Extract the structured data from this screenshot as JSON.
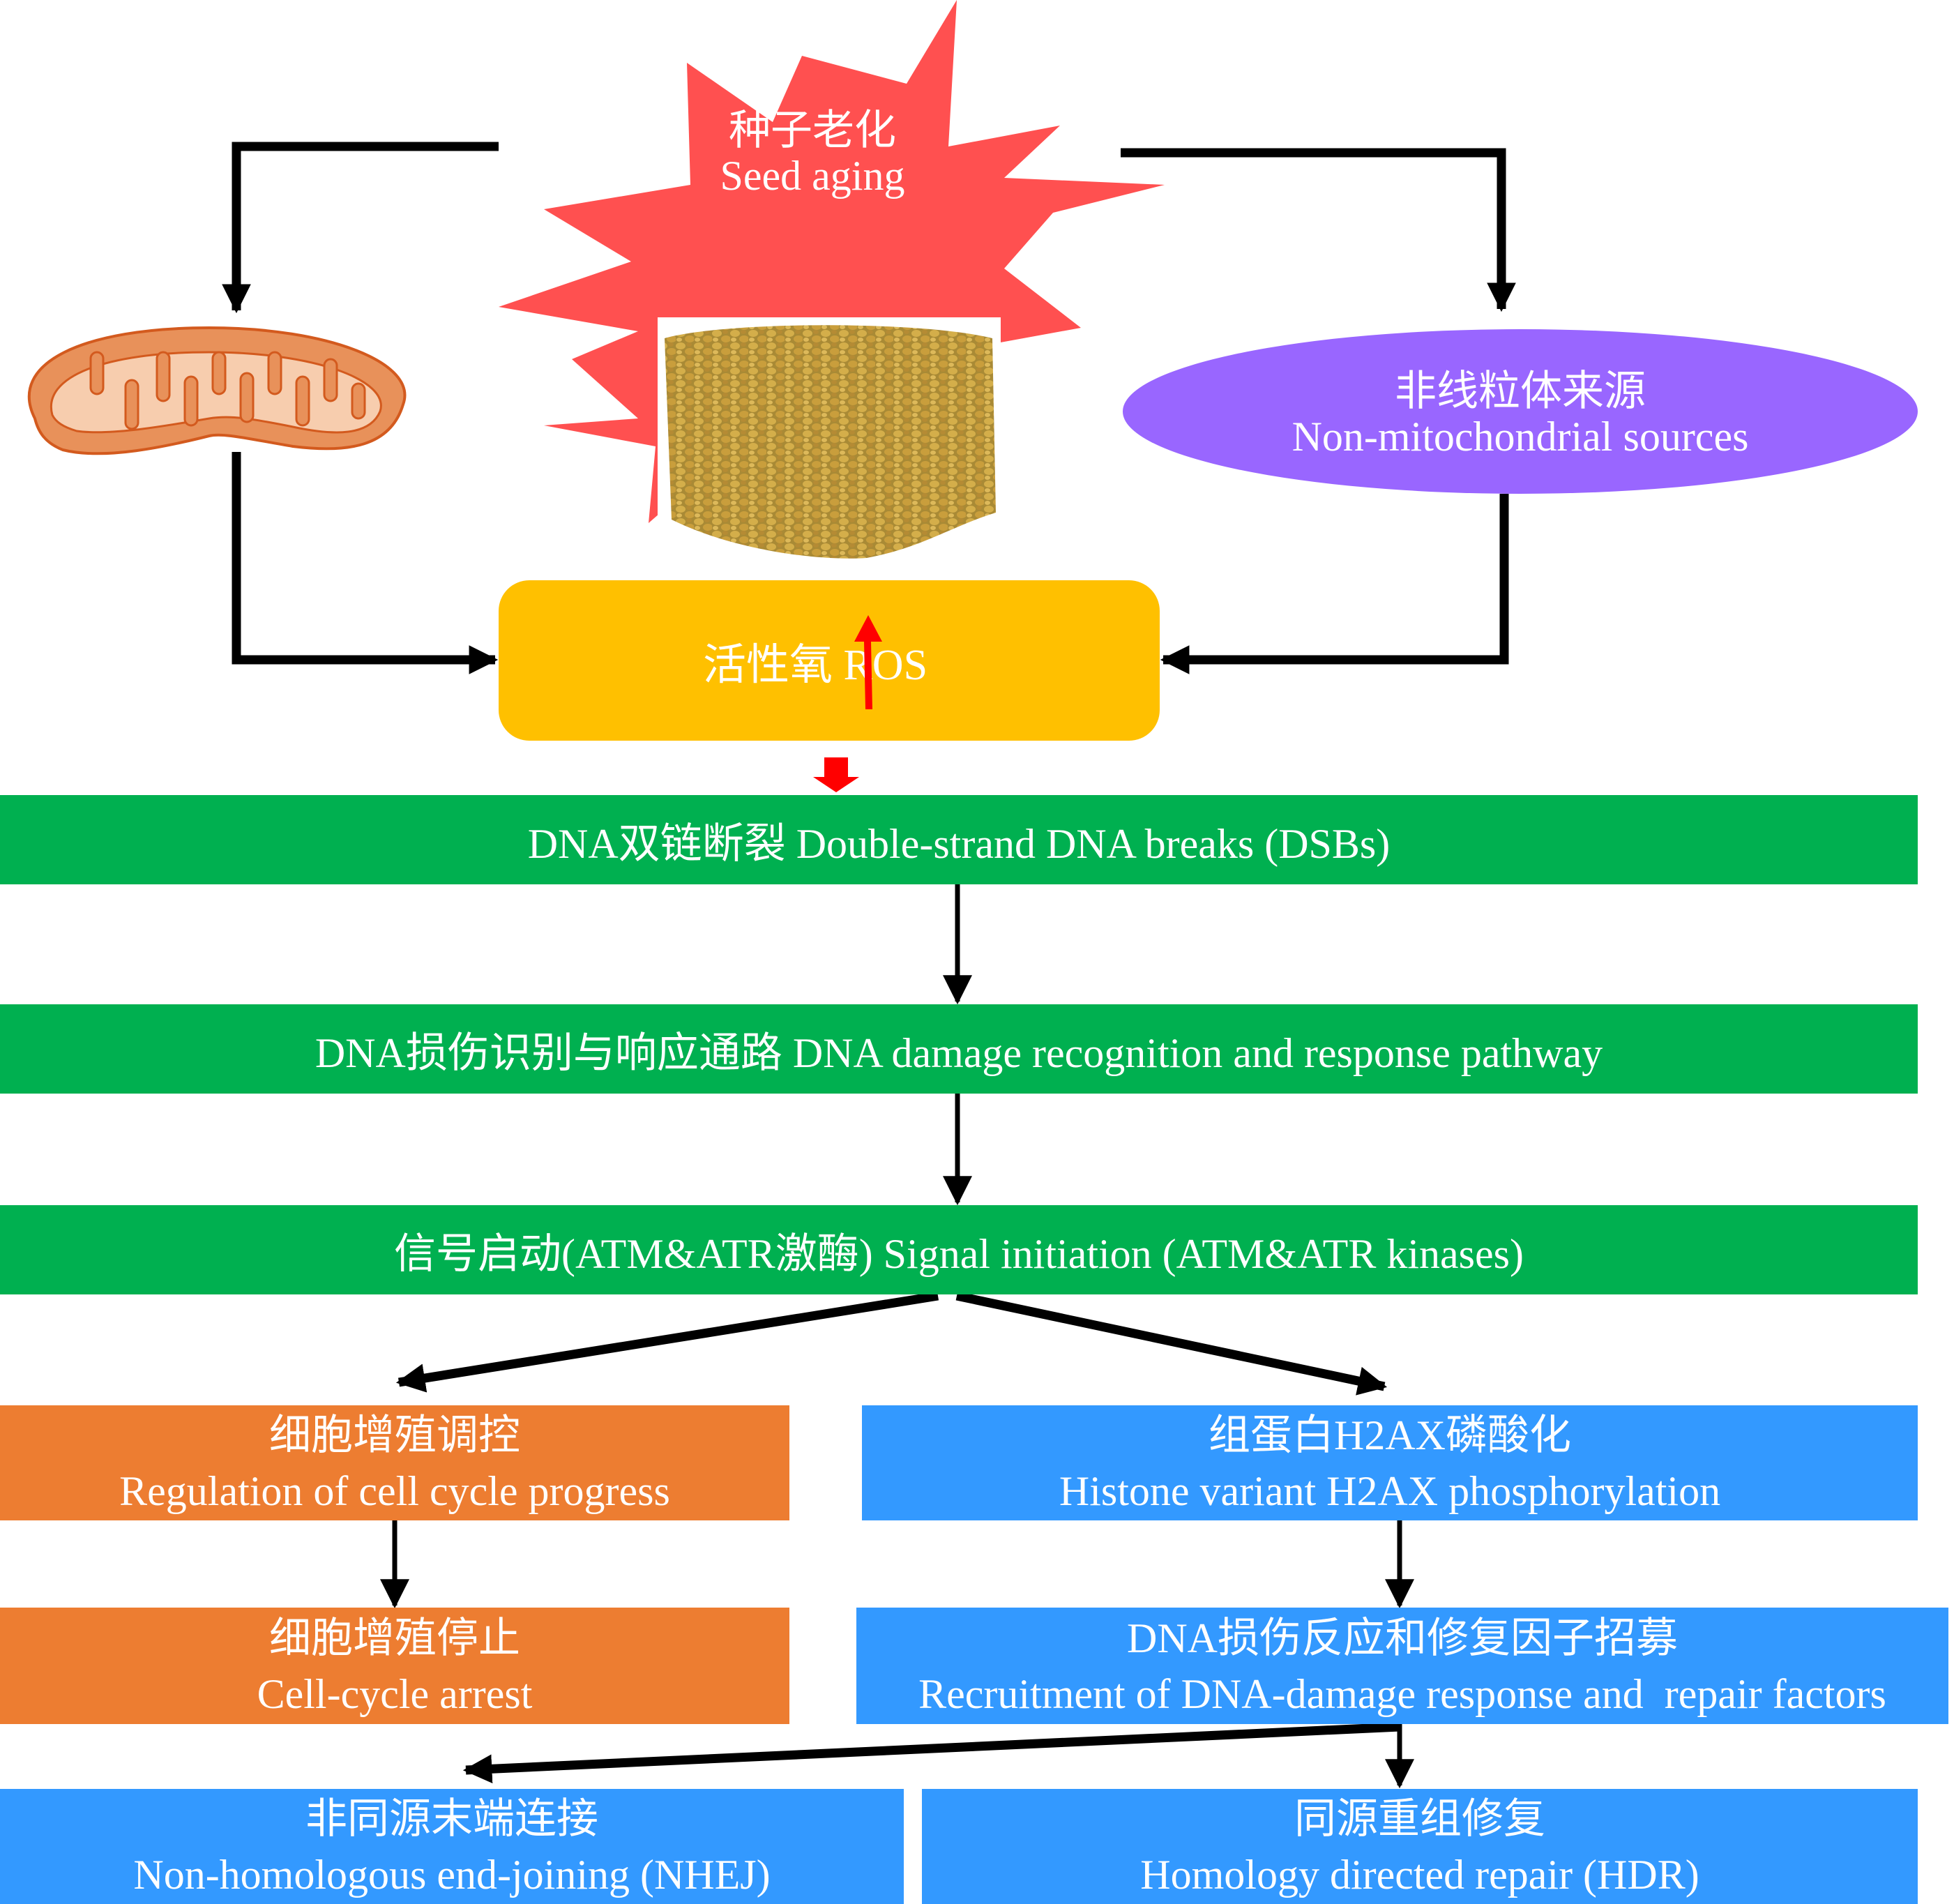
{
  "colors": {
    "starburst": "#FF5050",
    "mitochondria_outer": "#E8915A",
    "mitochondria_inner": "#F7CDAE",
    "mitochondria_stroke": "#D35A1E",
    "non_mito_ellipse": "#9966FF",
    "ros_box": "#FFC000",
    "ros_arrow": "#FF0000",
    "green_bar": "#00B050",
    "orange_box": "#ED7D31",
    "blue_box": "#3399FF",
    "arrow": "#000000",
    "seed": "#C9A23A",
    "text": "#FFFFFF"
  },
  "top": {
    "seed_aging": {
      "zh": "种子老化",
      "en": "Seed aging"
    },
    "mitochondria": {
      "icon": "mitochondria-icon"
    },
    "seed_photo": {
      "icon": "seed-pile-image"
    },
    "non_mito": {
      "zh": "非线粒体来源",
      "en": "Non-mitochondrial sources"
    },
    "ros": {
      "label": "活性氧 ROS",
      "indicator": "increase-arrow"
    }
  },
  "pathway": [
    {
      "id": "dsb",
      "label": "DNA双链断裂 Double-strand DNA breaks (DSBs)"
    },
    {
      "id": "recognition",
      "label": "DNA损伤识别与响应通路 DNA damage recognition and response pathway"
    },
    {
      "id": "signal",
      "label": "信号启动(ATM&ATR激酶) Signal initiation (ATM&ATR kinases)"
    }
  ],
  "branches": {
    "cell_cycle_regulation": {
      "zh": "细胞增殖调控",
      "en": "Regulation of cell cycle progress"
    },
    "h2ax": {
      "zh": "组蛋白H2AX磷酸化",
      "en": "Histone variant H2AX phosphorylation"
    },
    "cell_cycle_arrest": {
      "zh": "细胞增殖停止",
      "en": "Cell-cycle arrest"
    },
    "recruitment": {
      "zh": "DNA损伤反应和修复因子招募",
      "en": "Recruitment of DNA-damage response and  repair factors"
    },
    "nhej": {
      "zh": "非同源末端连接",
      "en": "Non-homologous end-joining (NHEJ)"
    },
    "hdr": {
      "zh": "同源重组修复",
      "en": "Homology directed repair (HDR)"
    }
  }
}
